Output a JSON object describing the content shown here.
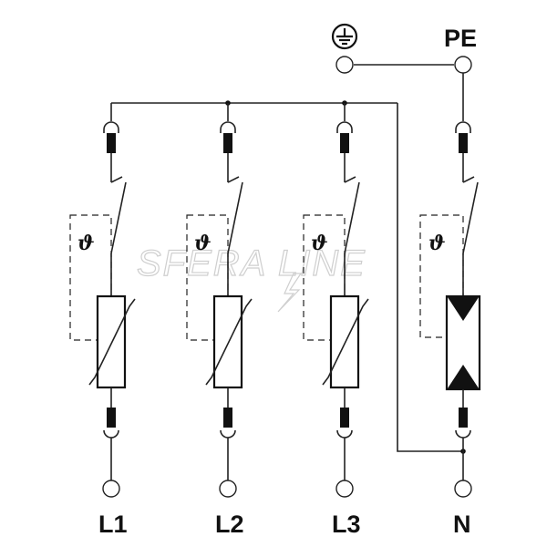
{
  "diagram": {
    "labels": {
      "pe": "PE",
      "l1": "L1",
      "l2": "L2",
      "l3": "L3",
      "n": "N"
    },
    "thermal_symbol": "ϑ",
    "watermark": "SFERA LINE",
    "colors": {
      "line": "#222222",
      "watermark": "#cfcfcf",
      "background": "#ffffff"
    },
    "icons": [
      "ground-icon",
      "terminal-icon",
      "fuse-icon",
      "varistor-icon",
      "spark-gap-icon",
      "thermal-switch-icon"
    ]
  }
}
